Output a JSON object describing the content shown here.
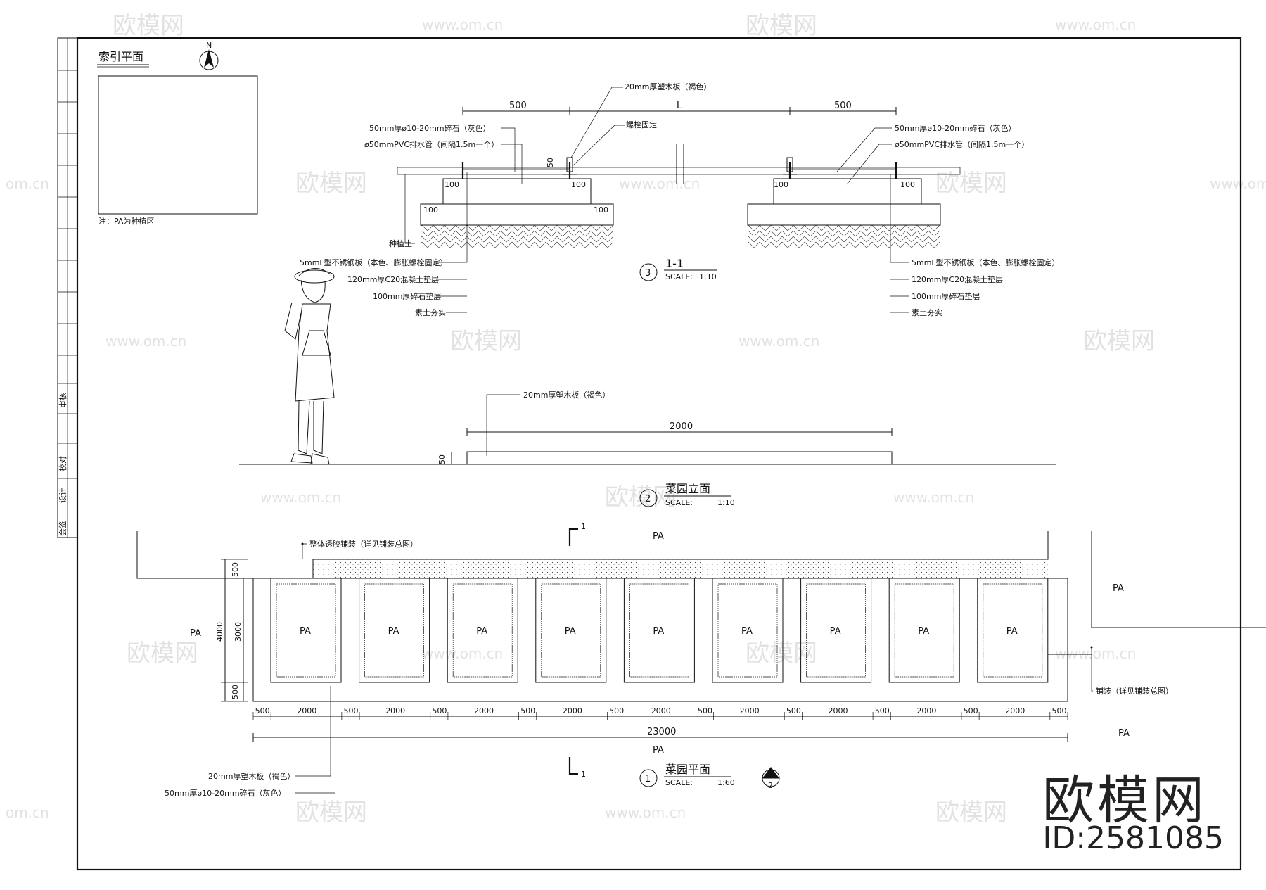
{
  "watermark": {
    "brand": "欧模网",
    "url": "www.om.cn",
    "partial_url": "om.cn"
  },
  "index_plan": {
    "title": "索引平面",
    "north": "N",
    "note": "注：PA为种植区"
  },
  "section_1": {
    "title": "1-1",
    "number": "3",
    "scale_label": "SCALE:",
    "scale": "1:10",
    "dims_top": [
      "500",
      "L",
      "500"
    ],
    "dims_small": [
      "50",
      "100",
      "100",
      "100",
      "100",
      "100",
      "100"
    ],
    "left_labels": [
      "50mm厚ø10-20mm碎石（灰色）",
      "ø50mmPVC排水管（间隔1.5m一个）",
      "种植土",
      "5mmL型不锈钢板（本色、膨胀螺栓固定）",
      "120mm厚C20混凝土垫层",
      "100mm厚碎石垫层",
      "素土夯实"
    ],
    "top_labels": [
      "20mm厚塑木板（褐色）",
      "螺栓固定"
    ],
    "right_labels": [
      "50mm厚ø10-20mm碎石（灰色）",
      "ø50mmPVC排水管（间隔1.5m一个）",
      "5mmL型不锈钢板（本色、膨胀螺栓固定）",
      "120mm厚C20混凝土垫层",
      "100mm厚碎石垫层",
      "素土夯实"
    ]
  },
  "elevation": {
    "title": "菜园立面",
    "number": "2",
    "scale_label": "SCALE:",
    "scale": "1:10",
    "label": "20mm厚塑木板（褐色）",
    "dim_width": "2000",
    "dim_height": "50"
  },
  "plan": {
    "title": "菜园平面",
    "number": "1",
    "scale_label": "SCALE:",
    "scale": "1:60",
    "section_mark": "1",
    "section_ref": "2",
    "bed_label": "PA",
    "bed_count": 9,
    "pa_labels": [
      "PA",
      "PA",
      "PA",
      "PA",
      "PA"
    ],
    "label_top": "整体透胶铺装（详见铺装总图）",
    "label_right": "铺装（详见铺装总图）",
    "label_bottom": [
      "20mm厚塑木板（褐色）",
      "50mm厚ø10-20mm碎石（灰色）"
    ],
    "dims_left": [
      "500",
      "4000",
      "3000",
      "500"
    ],
    "dims_bottom": [
      "500",
      "2000",
      "500",
      "2000",
      "500",
      "2000",
      "500",
      "2000",
      "500",
      "2000",
      "500",
      "2000",
      "500",
      "2000",
      "500",
      "2000",
      "500",
      "2000",
      "500"
    ],
    "dim_total": "23000"
  },
  "title_block": {
    "cells": [
      "会签",
      "设计",
      "校对",
      "审核"
    ]
  },
  "brand_mark": {
    "name": "欧模网",
    "id": "ID:2581085"
  }
}
